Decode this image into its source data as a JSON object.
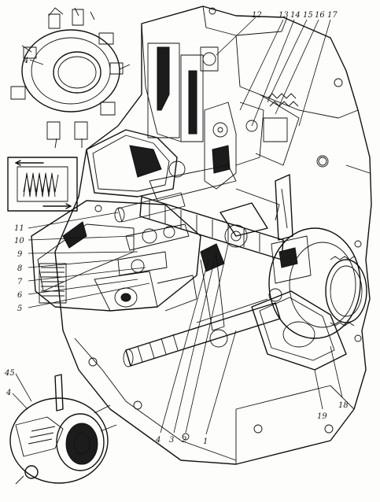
{
  "drawing": {
    "callouts": [
      {
        "id": "c12",
        "text": "12"
      },
      {
        "id": "c13",
        "text": "13"
      },
      {
        "id": "c14",
        "text": "14"
      },
      {
        "id": "c15",
        "text": "15"
      },
      {
        "id": "c16",
        "text": "16"
      },
      {
        "id": "c17",
        "text": "17"
      },
      {
        "id": "c4a",
        "text": "4"
      },
      {
        "id": "c11",
        "text": "11"
      },
      {
        "id": "c10",
        "text": "10"
      },
      {
        "id": "c9",
        "text": "9"
      },
      {
        "id": "c8",
        "text": "8"
      },
      {
        "id": "c7",
        "text": "7"
      },
      {
        "id": "c6",
        "text": "6"
      },
      {
        "id": "c5",
        "text": "5"
      },
      {
        "id": "c45",
        "text": "45"
      },
      {
        "id": "c4b",
        "text": "4"
      },
      {
        "id": "c4c",
        "text": "4"
      },
      {
        "id": "c3",
        "text": "3"
      },
      {
        "id": "c2",
        "text": "2"
      },
      {
        "id": "c1",
        "text": "1"
      },
      {
        "id": "c19",
        "text": "19"
      },
      {
        "id": "c18",
        "text": "18"
      }
    ],
    "colors": {
      "ink": "#111111",
      "paper": "#fdfdfb",
      "shade": "#1c1c1c"
    }
  }
}
